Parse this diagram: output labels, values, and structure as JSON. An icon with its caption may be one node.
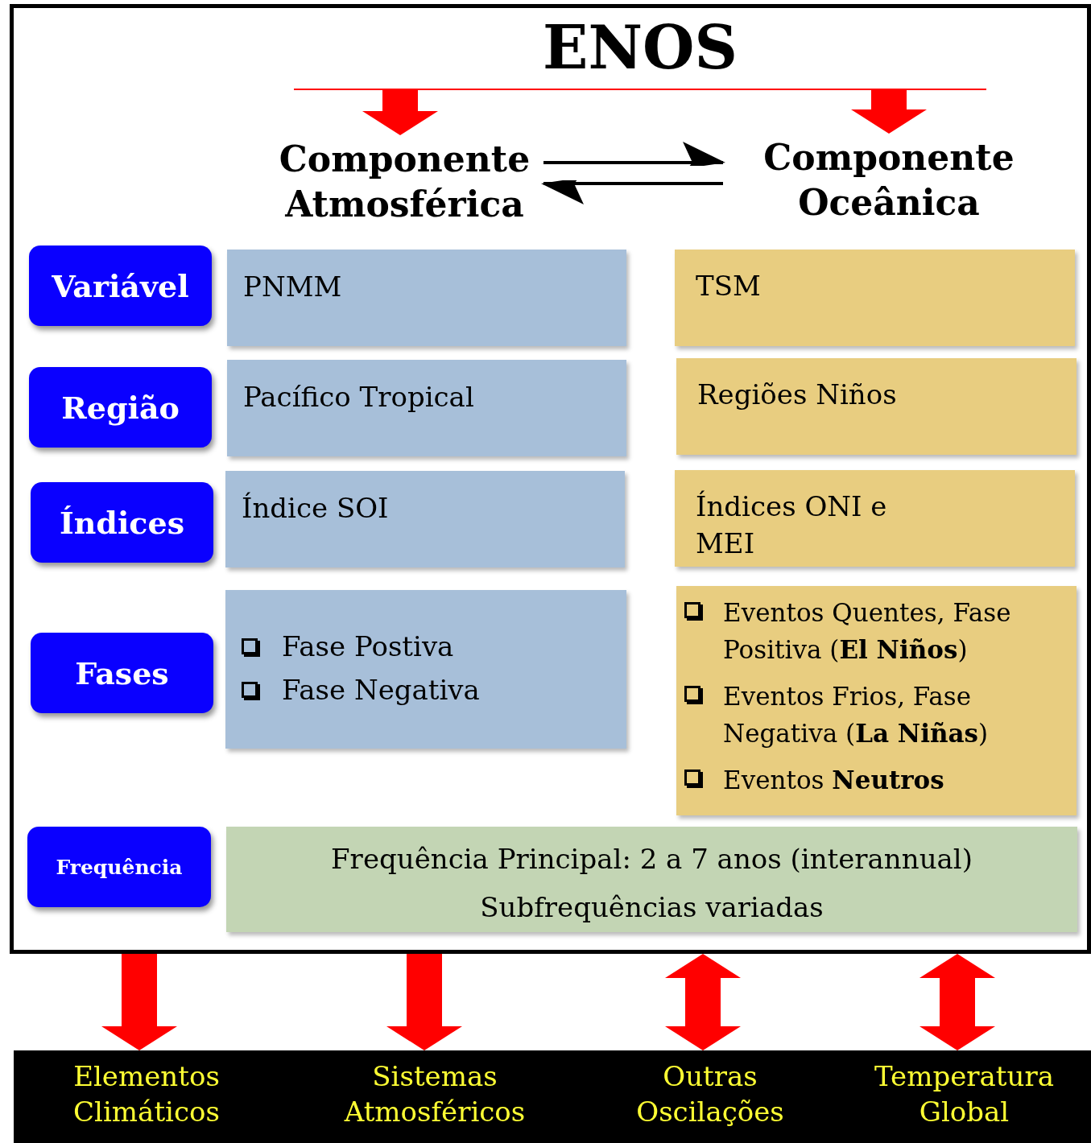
{
  "diagram": {
    "nodes": [
      {
        "text": [],
        "shape": "box"
      },
      {
        "text": [
          "ENOS"
        ],
        "in": 0
      },
      {
        "text": [
          "Componente Atmosférica"
        ],
        "in": 0
      },
      {
        "text": [
          "Componente Oceânica"
        ],
        "in": 0
      },
      {
        "text": [
          "Variável"
        ],
        "in": 0
      },
      {
        "text": [
          "PNMM"
        ],
        "in": 0
      },
      {
        "text": [
          "TSM"
        ],
        "in": 0
      },
      {
        "text": [
          "Região"
        ],
        "in": 0
      },
      {
        "text": [
          "Pacífico Tropical"
        ],
        "in": 0
      },
      {
        "text": [
          "Regiões Niños"
        ],
        "in": 0
      },
      {
        "text": [
          "Índices"
        ],
        "in": 0
      },
      {
        "text": [
          "Índice SOI"
        ],
        "in": 0
      },
      {
        "text": [
          "Índices ONI e MEI"
        ],
        "in": 0
      },
      {
        "text": [
          "Fases"
        ],
        "in": 0
      },
      {
        "text": [
          "Fase Postiva",
          "Fase Negativa"
        ],
        "in": 0
      },
      {
        "text": [
          "Eventos Quentes, Fase Positiva (**El Niños**)",
          "Eventos Frios, Fase Negativa (**La Niñas**)",
          "Eventos **Neutros**"
        ],
        "in": 0
      },
      {
        "text": [
          "Frequência"
        ],
        "in": 0
      },
      {
        "text": [
          "Frequência Principal: 2 a 7 anos (interannual)",
          "Subfrequências variadas"
        ],
        "in": 0
      },
      {
        "text": [],
        "shape": "bar"
      },
      {
        "text": [
          "Elementos Climáticos"
        ],
        "in": 18
      },
      {
        "text": [
          "Sistemas Atmosféricos"
        ],
        "in": 18
      },
      {
        "text": [
          "Outras Oscilações"
        ],
        "in": 18
      },
      {
        "text": [
          "Temperatura Global"
        ],
        "in": 18
      }
    ],
    "edges": [
      {
        "from": 1,
        "to": 2,
        "arrow": "to"
      },
      {
        "from": 1,
        "to": 3,
        "arrow": "to"
      },
      {
        "from": 2,
        "to": 3,
        "arrow": "to",
        "color": "#000000"
      },
      {
        "from": 3,
        "to": 2,
        "arrow": "to",
        "color": "#000000"
      },
      {
        "from": 0,
        "to": 19,
        "arrow": "to"
      },
      {
        "from": 0,
        "to": 20,
        "arrow": "to"
      },
      {
        "from": 0,
        "to": 21,
        "arrow": "both"
      },
      {
        "from": 0,
        "to": 22,
        "arrow": "both"
      }
    ]
  }
}
